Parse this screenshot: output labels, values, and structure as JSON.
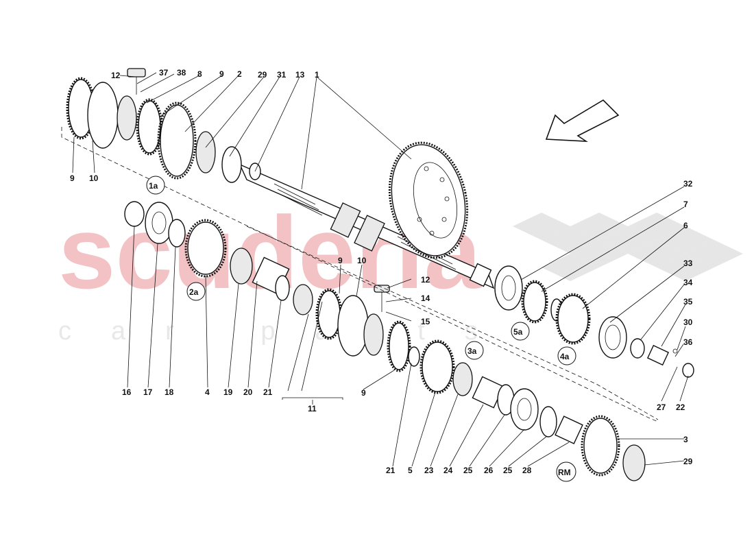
{
  "watermark": {
    "main": "scuderia",
    "sub": "car parts"
  },
  "callouts": {
    "c12a": "12",
    "c37": "37",
    "c38": "38",
    "c8": "8",
    "c9a": "9",
    "c2": "2",
    "c29a": "29",
    "c31": "31",
    "c13": "13",
    "c1": "1",
    "c9b": "9",
    "c10a": "10",
    "c1a": "1a",
    "c32": "32",
    "c7": "7",
    "c6": "6",
    "c33": "33",
    "c34": "34",
    "c35": "35",
    "c30": "30",
    "c36": "36",
    "c27": "27",
    "c22": "22",
    "c4a": "4a",
    "c5a": "5a",
    "c2a": "2a",
    "c9c": "9",
    "c10b": "10",
    "c12b": "12",
    "c14": "14",
    "c15": "15",
    "c3a": "3a",
    "c16": "16",
    "c17": "17",
    "c18": "18",
    "c4": "4",
    "c19": "19",
    "c20": "20",
    "c21a": "21",
    "c11": "11",
    "c9d": "9",
    "c21b": "21",
    "c5": "5",
    "c23": "23",
    "c24": "24",
    "c25a": "25",
    "c26": "26",
    "c25b": "25",
    "c28": "28",
    "cRM": "RM",
    "c3": "3",
    "c29b": "29"
  }
}
